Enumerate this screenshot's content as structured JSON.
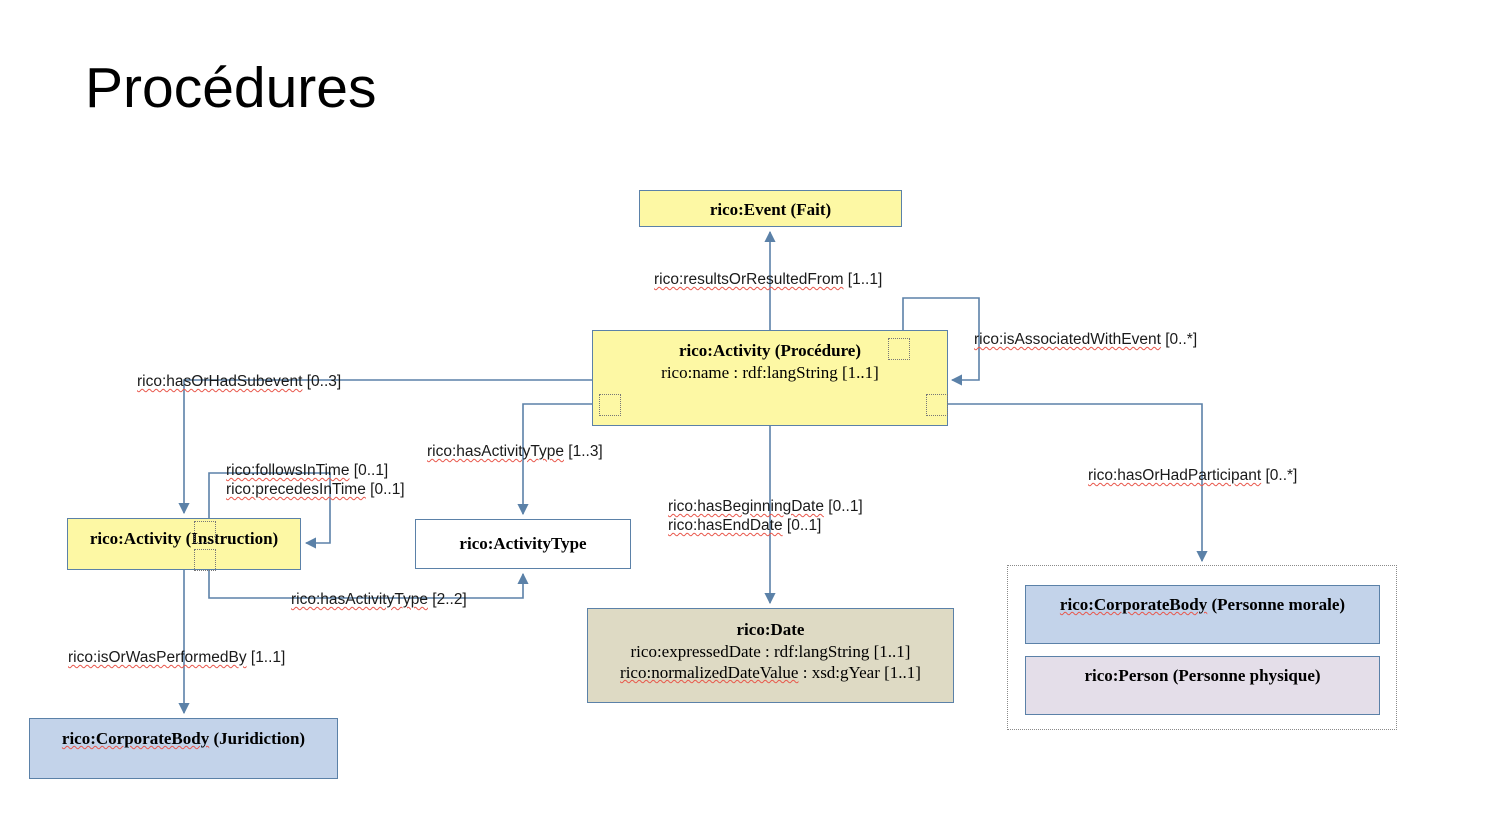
{
  "page": {
    "title": "Procédures"
  },
  "colors": {
    "yellow_fill": "#FDF8A4",
    "tan_fill": "#DEDAC4",
    "blue_fill": "#C3D3EA",
    "lavender_fill": "#E4DEE9",
    "white_fill": "#FFFFFF",
    "box_border": "#5B81A8",
    "edge_stroke": "#5B81A8",
    "group_border": "#8A8A8A",
    "spellcheck_underline": "#E8564A",
    "text": "#000000"
  },
  "diagram": {
    "type": "uml-class-diagram",
    "nodes": [
      {
        "id": "event",
        "title": "rico:Event (Fait)",
        "fill": "yellow",
        "attributes": []
      },
      {
        "id": "activity",
        "title": "rico:Activity (Procédure)",
        "fill": "yellow",
        "attributes": [
          "rico:name : rdf:langString [1..1]"
        ]
      },
      {
        "id": "instruction",
        "title": "rico:Activity (Instruction)",
        "fill": "yellow",
        "attributes": []
      },
      {
        "id": "activitytype",
        "title": "rico:ActivityType",
        "fill": "white",
        "attributes": []
      },
      {
        "id": "date",
        "title": "rico:Date",
        "fill": "tan",
        "attributes": [
          "rico:expressedDate : rdf:langString [1..1]",
          "rico:normalizedDateValue : xsd:gYear [1..1]"
        ]
      },
      {
        "id": "corporatebody-juridiction",
        "title": "rico:CorporateBody (Juridiction)",
        "fill": "blue",
        "attributes": []
      },
      {
        "id": "corporatebody-morale",
        "title": "rico:CorporateBody (Personne morale)",
        "fill": "blue",
        "attributes": []
      },
      {
        "id": "person",
        "title": "rico:Person (Personne physique)",
        "fill": "lavender",
        "attributes": []
      }
    ],
    "edges": [
      {
        "id": "resultsOrResultedFrom",
        "property": "rico:resultsOrResultedFrom",
        "cardinality": "[1..1]",
        "from": "activity",
        "to": "event"
      },
      {
        "id": "isAssociatedWithEvent",
        "property": "rico:isAssociatedWithEvent",
        "cardinality": "[0..*]",
        "from": "activity",
        "to": "activity"
      },
      {
        "id": "hasOrHadSubevent",
        "property": "rico:hasOrHadSubevent",
        "cardinality": "[0..3]",
        "from": "activity",
        "to": "instruction"
      },
      {
        "id": "hasActivityType-activity",
        "property": "rico:hasActivityType",
        "cardinality": "[1..3]",
        "from": "activity",
        "to": "activitytype"
      },
      {
        "id": "followsInTime",
        "property": "rico:followsInTime",
        "cardinality": "[0..1]",
        "from": "instruction",
        "to": "instruction"
      },
      {
        "id": "precedesInTime",
        "property": "rico:precedesInTime",
        "cardinality": "[0..1]",
        "from": "instruction",
        "to": "instruction"
      },
      {
        "id": "hasBeginningDate",
        "property": "rico:hasBeginningDate",
        "cardinality": "[0..1]",
        "from": "activity",
        "to": "date"
      },
      {
        "id": "hasEndDate",
        "property": "rico:hasEndDate",
        "cardinality": "[0..1]",
        "from": "activity",
        "to": "date"
      },
      {
        "id": "hasOrHadParticipant",
        "property": "rico:hasOrHadParticipant",
        "cardinality": "[0..*]",
        "from": "activity",
        "to": "participants-group"
      },
      {
        "id": "hasActivityType-instruction",
        "property": "rico:hasActivityType",
        "cardinality": "[2..2]",
        "from": "instruction",
        "to": "activitytype"
      },
      {
        "id": "isOrWasPerformedBy",
        "property": "rico:isOrWasPerformedBy",
        "cardinality": "[1..1]",
        "from": "instruction",
        "to": "corporatebody-juridiction"
      }
    ],
    "labels": {
      "resultsOrResultedFrom": "rico:resultsOrResultedFrom [1..1]",
      "isAssociatedWithEvent": "rico:isAssociatedWithEvent [0..*]",
      "hasOrHadSubevent": "rico:hasOrHadSubevent [0..3]",
      "hasActivityType13": "rico:hasActivityType [1..3]",
      "followsInTime": "rico:followsInTime [0..1]",
      "precedesInTime": "rico:precedesInTime [0..1]",
      "hasBeginningDate": "rico:hasBeginningDate [0..1]",
      "hasEndDate": "rico:hasEndDate [0..1]",
      "hasOrHadParticipant": "rico:hasOrHadParticipant [0..*]",
      "hasActivityType22": "rico:hasActivityType [2..2]",
      "isOrWasPerformedBy": "rico:isOrWasPerformedBy [1..1]"
    },
    "label_parts": {
      "resultsOrResultedFrom": {
        "name": "rico:resultsOrResultedFrom",
        "card": " [1..1]"
      },
      "isAssociatedWithEvent": {
        "name": "rico:isAssociatedWithEvent",
        "card": " [0..*]"
      },
      "hasOrHadSubevent": {
        "name": "rico:hasOrHadSubevent",
        "card": " [0..3]"
      },
      "hasActivityType13": {
        "name": "rico:hasActivityType",
        "card": " [1..3]"
      },
      "followsInTime": {
        "name": "rico:followsInTime",
        "card": " [0..1]"
      },
      "precedesInTime": {
        "name": "rico:precedesInTime",
        "card": " [0..1]"
      },
      "hasBeginningDate": {
        "name": "rico:hasBeginningDate",
        "card": " [0..1]"
      },
      "hasEndDate": {
        "name": "rico:hasEndDate",
        "card": " [0..1]"
      },
      "hasOrHadParticipant": {
        "name": "rico:hasOrHadParticipant",
        "card": " [0..*]"
      },
      "hasActivityType22": {
        "name": "rico:hasActivityType",
        "card": " [2..2]"
      },
      "isOrWasPerformedBy": {
        "name": "rico:isOrWasPerformedBy",
        "card": " [1..1]"
      }
    },
    "node_title_parts": {
      "corporatebody_morale": {
        "a": "rico:CorporateBody",
        "b": " (Personne morale)"
      },
      "corporatebody_juridiction": {
        "a": "rico:CorporateBody",
        "b": " (Juridiction)"
      }
    },
    "date_attr_parts": {
      "normalized": {
        "a": "rico:normalizedDateValue",
        "b": " : xsd:gYear [1..1]"
      }
    }
  }
}
